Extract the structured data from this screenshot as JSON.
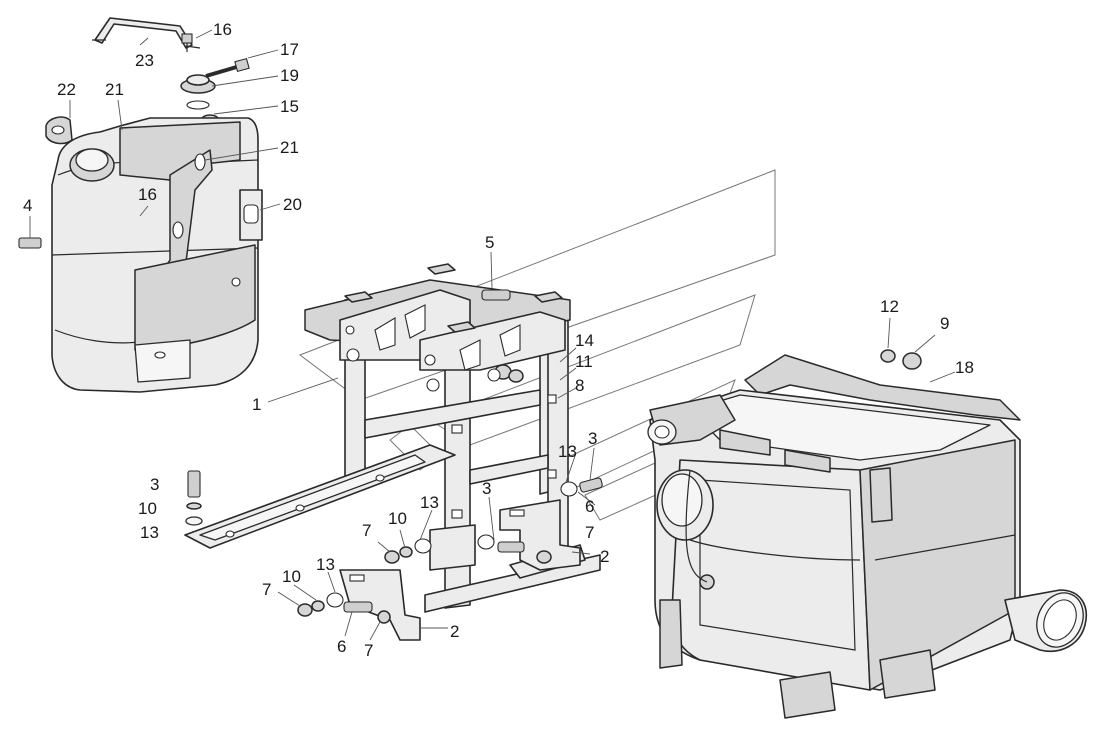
{
  "callouts": [
    {
      "id": "c16a",
      "text": "16"
    },
    {
      "id": "c23",
      "text": "23"
    },
    {
      "id": "c17",
      "text": "17"
    },
    {
      "id": "c19",
      "text": "19"
    },
    {
      "id": "c22",
      "text": "22"
    },
    {
      "id": "c21a",
      "text": "21"
    },
    {
      "id": "c15",
      "text": "15"
    },
    {
      "id": "c21b",
      "text": "21"
    },
    {
      "id": "c16b",
      "text": "16"
    },
    {
      "id": "c20",
      "text": "20"
    },
    {
      "id": "c4",
      "text": "4"
    },
    {
      "id": "c5",
      "text": "5"
    },
    {
      "id": "c12",
      "text": "12"
    },
    {
      "id": "c9",
      "text": "9"
    },
    {
      "id": "c18",
      "text": "18"
    },
    {
      "id": "c14",
      "text": "14"
    },
    {
      "id": "c11",
      "text": "11"
    },
    {
      "id": "c8",
      "text": "8"
    },
    {
      "id": "c1",
      "text": "1"
    },
    {
      "id": "c13a",
      "text": "13"
    },
    {
      "id": "c3a",
      "text": "3"
    },
    {
      "id": "c6a",
      "text": "6"
    },
    {
      "id": "c3b",
      "text": "3"
    },
    {
      "id": "c10a",
      "text": "10"
    },
    {
      "id": "c13b",
      "text": "13"
    },
    {
      "id": "c13c",
      "text": "13"
    },
    {
      "id": "c3c",
      "text": "3"
    },
    {
      "id": "c7a",
      "text": "7"
    },
    {
      "id": "c10b",
      "text": "10"
    },
    {
      "id": "c7b",
      "text": "7"
    },
    {
      "id": "c2a",
      "text": "2"
    },
    {
      "id": "c13d",
      "text": "13"
    },
    {
      "id": "c10c",
      "text": "10"
    },
    {
      "id": "c7c",
      "text": "7"
    },
    {
      "id": "c2b",
      "text": "2"
    },
    {
      "id": "c6b",
      "text": "6"
    },
    {
      "id": "c7d",
      "text": "7"
    }
  ]
}
